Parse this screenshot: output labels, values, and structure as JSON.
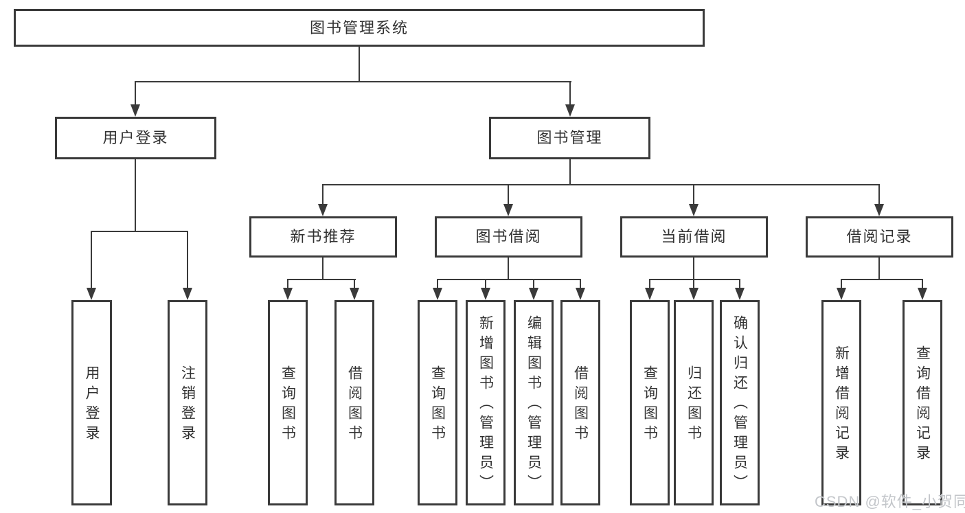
{
  "diagram": {
    "root": {
      "label": "图书管理系统"
    },
    "branches": [
      {
        "label": "用户登录",
        "children": [
          {
            "label": "用户登录"
          },
          {
            "label": "注销登录"
          }
        ]
      },
      {
        "label": "图书管理",
        "children": [
          {
            "label": "新书推荐",
            "children": [
              {
                "label": "查询图书"
              },
              {
                "label": "借阅图书"
              }
            ]
          },
          {
            "label": "图书借阅",
            "children": [
              {
                "label": "查询图书"
              },
              {
                "label": "新增图书（管理员）"
              },
              {
                "label": "编辑图书（管理员）"
              },
              {
                "label": "借阅图书"
              }
            ]
          },
          {
            "label": "当前借阅",
            "children": [
              {
                "label": "查询图书"
              },
              {
                "label": "归还图书"
              },
              {
                "label": "确认归还（管理员）"
              }
            ]
          },
          {
            "label": "借阅记录",
            "children": [
              {
                "label": "新增借阅记录"
              },
              {
                "label": "查询借阅记录"
              }
            ]
          }
        ]
      }
    ]
  },
  "watermark": {
    "text": "CSDN @软件_小贺同学"
  },
  "colors": {
    "line": "#3a3a3a",
    "text": "#323232",
    "watermark_color": "#c3c6ca",
    "background": "#ffffff"
  }
}
